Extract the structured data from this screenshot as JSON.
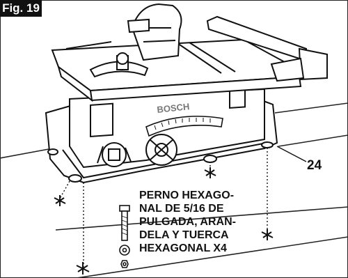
{
  "figure": {
    "label": "Fig. 19",
    "callout": "24",
    "hardware_label_lines": [
      "PERNO HEXAGO-",
      "NAL DE 5/16 DE",
      "PULGADA, ARAN-",
      "DELA Y TUERCA",
      "HEXAGONAL X4"
    ],
    "brand_text": "BOSCH"
  }
}
